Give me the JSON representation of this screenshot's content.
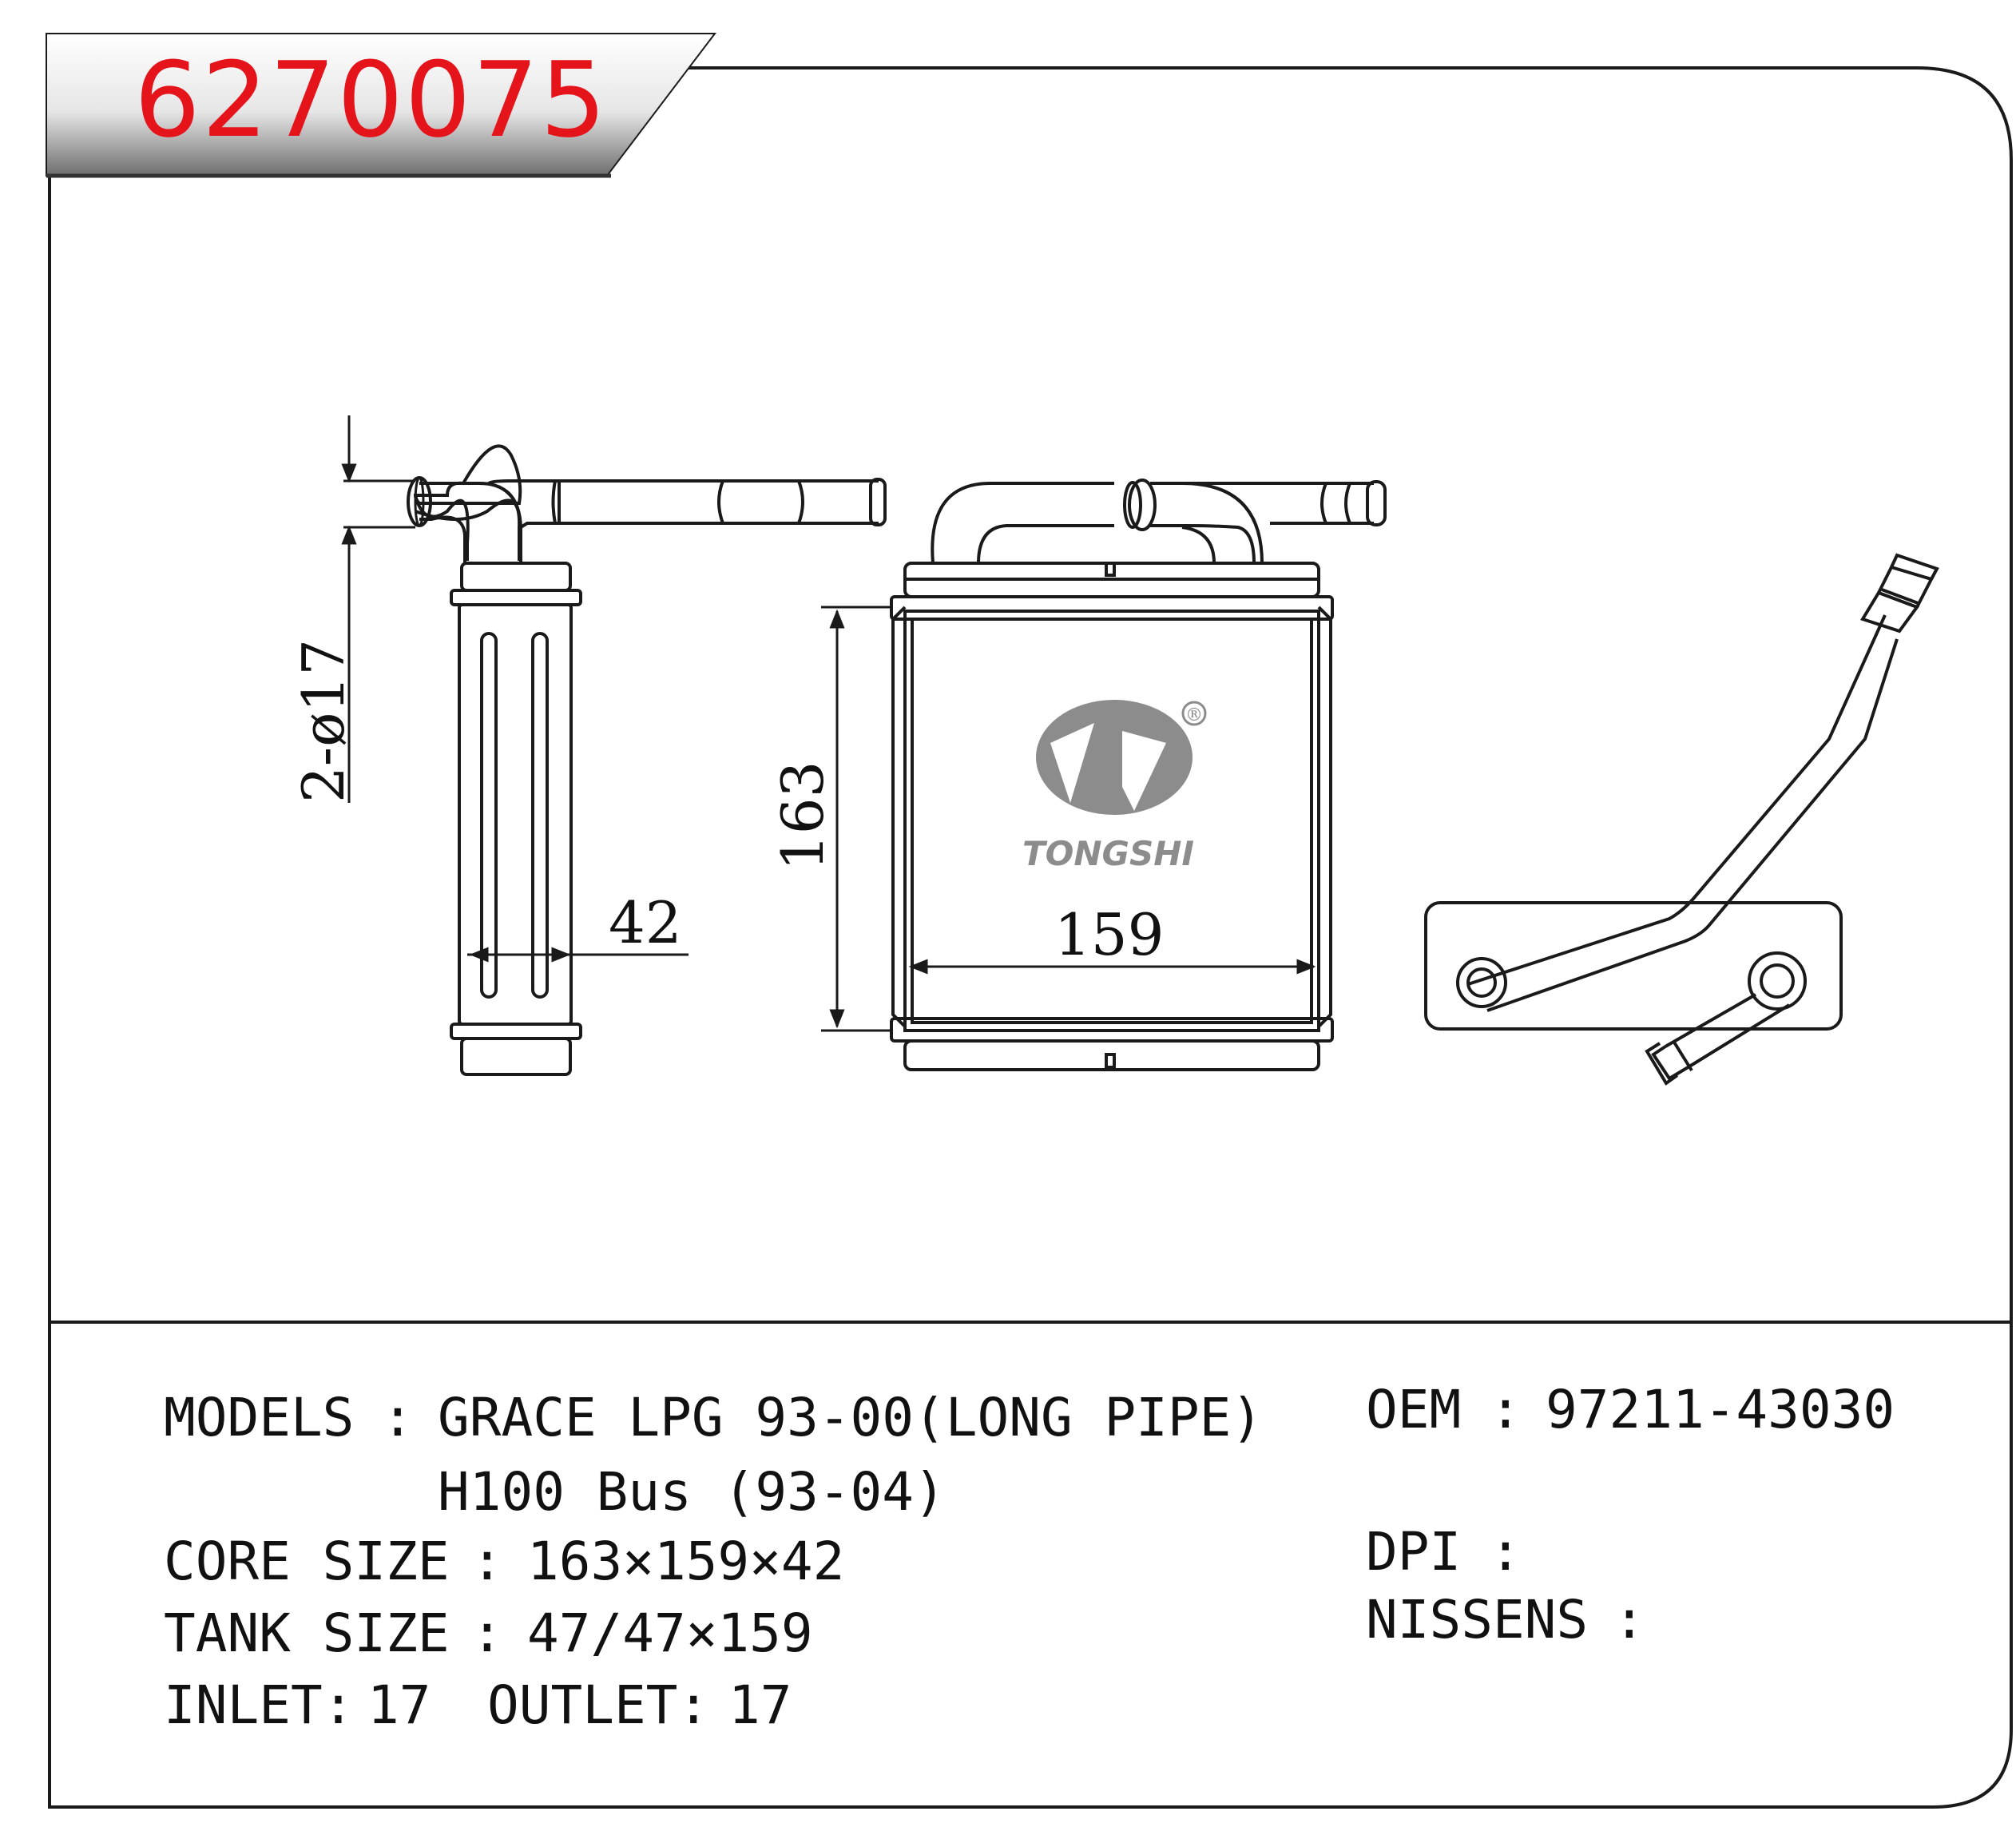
{
  "part_number": "6270075",
  "brand": {
    "logo_text": "TONGSHI",
    "registered_mark": "®"
  },
  "dimensions": {
    "pipe_diameter": "2-ø17",
    "thickness": "42",
    "height": "163",
    "width": "159"
  },
  "specs": {
    "models_label": "MODELS",
    "models_sep": ":",
    "models_line1": "GRACE LPG 93-00(LONG PIPE)",
    "models_line2": "H100 Bus (93-04)",
    "core_size_label": "CORE SIZE",
    "core_size_sep": ":",
    "core_size_value": "163×159×42",
    "tank_size_label": "TANK SIZE",
    "tank_size_sep": ":",
    "tank_size_value": "47/47×159",
    "inlet_label": "INLET:",
    "inlet_value": "17",
    "outlet_label": "OUTLET:",
    "outlet_value": "17"
  },
  "refs": {
    "oem_label": "OEM",
    "oem_sep": ":",
    "oem_value": "97211-43030",
    "dpi_label": "DPI",
    "dpi_sep": ":",
    "dpi_value": "",
    "nissens_label": "NISSENS",
    "nissens_sep": ":",
    "nissens_value": ""
  },
  "colors": {
    "accent_red": "#e5141b",
    "line": "#1a1a1a",
    "header_grad_dark": "#6e6e6e"
  }
}
